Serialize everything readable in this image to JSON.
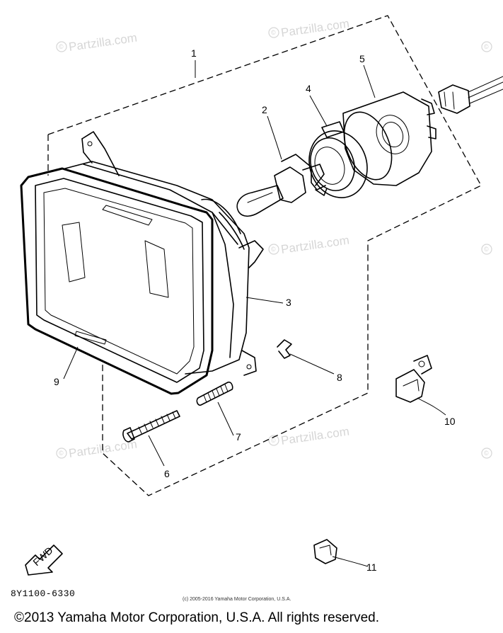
{
  "diagram": {
    "part_labels": [
      "1",
      "2",
      "3",
      "4",
      "5",
      "6",
      "7",
      "8",
      "9",
      "10",
      "11"
    ],
    "fwd_label": "FWD",
    "diagram_code": "8Y1100-6330",
    "watermark_text": "Partzilla.com",
    "watermark_symbol": "©"
  },
  "footer": {
    "small_copyright": "(c) 2005-2016 Yamaha Motor Corporation, U.S.A.",
    "copyright": "©2013 Yamaha Motor Corporation, U.S.A. All rights reserved."
  }
}
